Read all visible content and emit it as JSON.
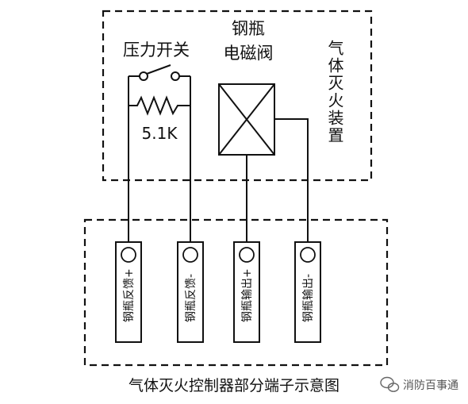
{
  "device": {
    "title": "气体灭火装置",
    "pressure_switch_label": "压力开关",
    "resistor_label": "5.1K",
    "valve_label_line1": "钢瓶",
    "valve_label_line2": "电磁阀"
  },
  "controller": {
    "terminals": [
      {
        "label": "钢瓶反馈+"
      },
      {
        "label": "钢瓶反馈-"
      },
      {
        "label": "钢瓶输出+"
      },
      {
        "label": "钢瓶输出-"
      }
    ]
  },
  "caption": "气体灭火控制器部分端子示意图",
  "watermark": {
    "text": "消防百事通",
    "icon": "wechat-icon"
  }
}
